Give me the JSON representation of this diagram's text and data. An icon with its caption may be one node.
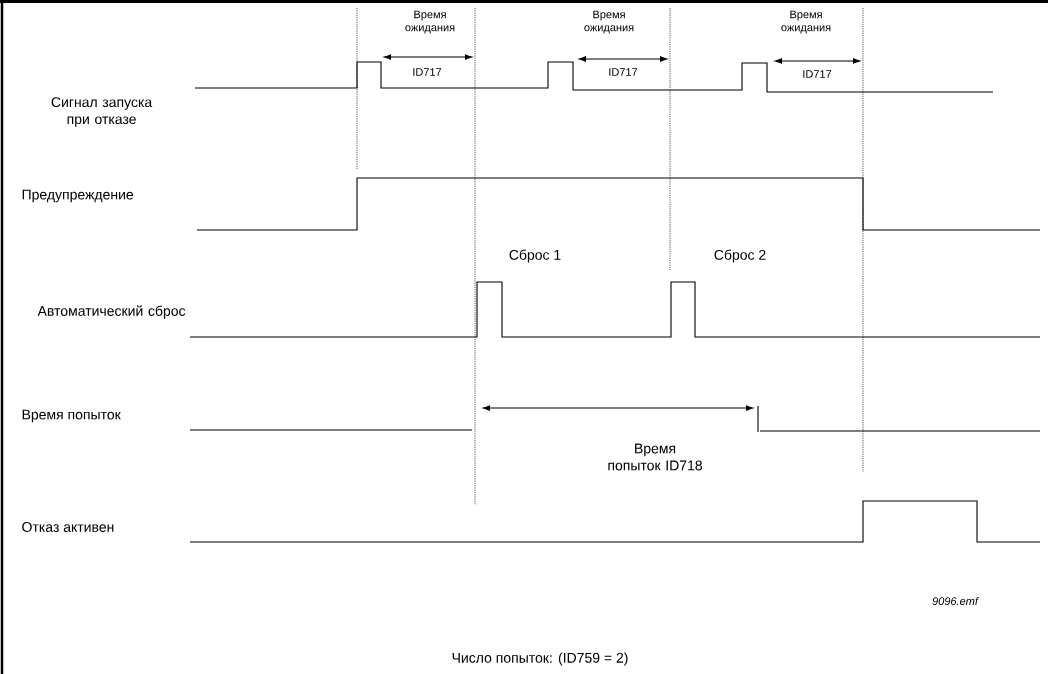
{
  "diagram": {
    "labels": [
      "Время ожидания",
      "Время ожидания",
      "Время ожидания",
      "Сигнал запуска при отказе",
      "ID717",
      "ID717",
      "ID717",
      "Предупреждение",
      "Сброс 1",
      "Сброс 2",
      "Автоматический сброс",
      "Время попыток",
      "Время попыток ID718",
      "Отказ активен",
      "9096.emf",
      "Число попыток: (ID759 = 2)"
    ]
  }
}
